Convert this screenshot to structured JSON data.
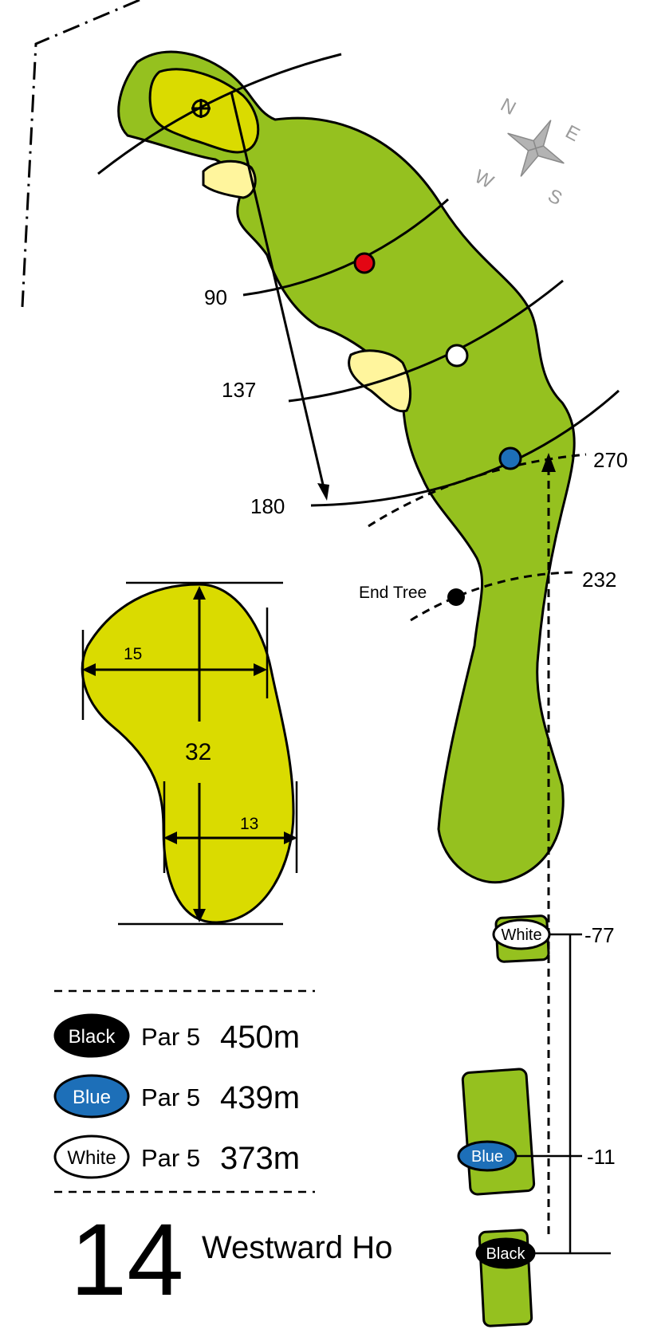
{
  "hole": {
    "number": "14",
    "name": "Westward Ho"
  },
  "compass": {
    "n": "N",
    "e": "E",
    "s": "S",
    "w": "W"
  },
  "yardage_markers": {
    "m90": "90",
    "m137": "137",
    "m180": "180",
    "m232": "232",
    "m270": "270"
  },
  "end_tree": "End Tree",
  "green_dims": {
    "length": "32",
    "width_front": "15",
    "width_back": "13"
  },
  "tee_offsets": {
    "white": "-77",
    "blue": "-11"
  },
  "tees": [
    {
      "name": "Black",
      "par": "Par 5",
      "length": "450m",
      "color": "#000000",
      "text_color": "#ffffff"
    },
    {
      "name": "Blue",
      "par": "Par 5",
      "length": "439m",
      "color": "#1d6fb8",
      "text_color": "#ffffff"
    },
    {
      "name": "White",
      "par": "Par 5",
      "length": "373m",
      "color": "#ffffff",
      "text_color": "#000000"
    }
  ],
  "colors": {
    "fairway": "#95c11f",
    "green": "#dadb00",
    "bunker": "#fff59d",
    "red_marker": "#e30613",
    "blue_marker": "#1d6fb8"
  }
}
